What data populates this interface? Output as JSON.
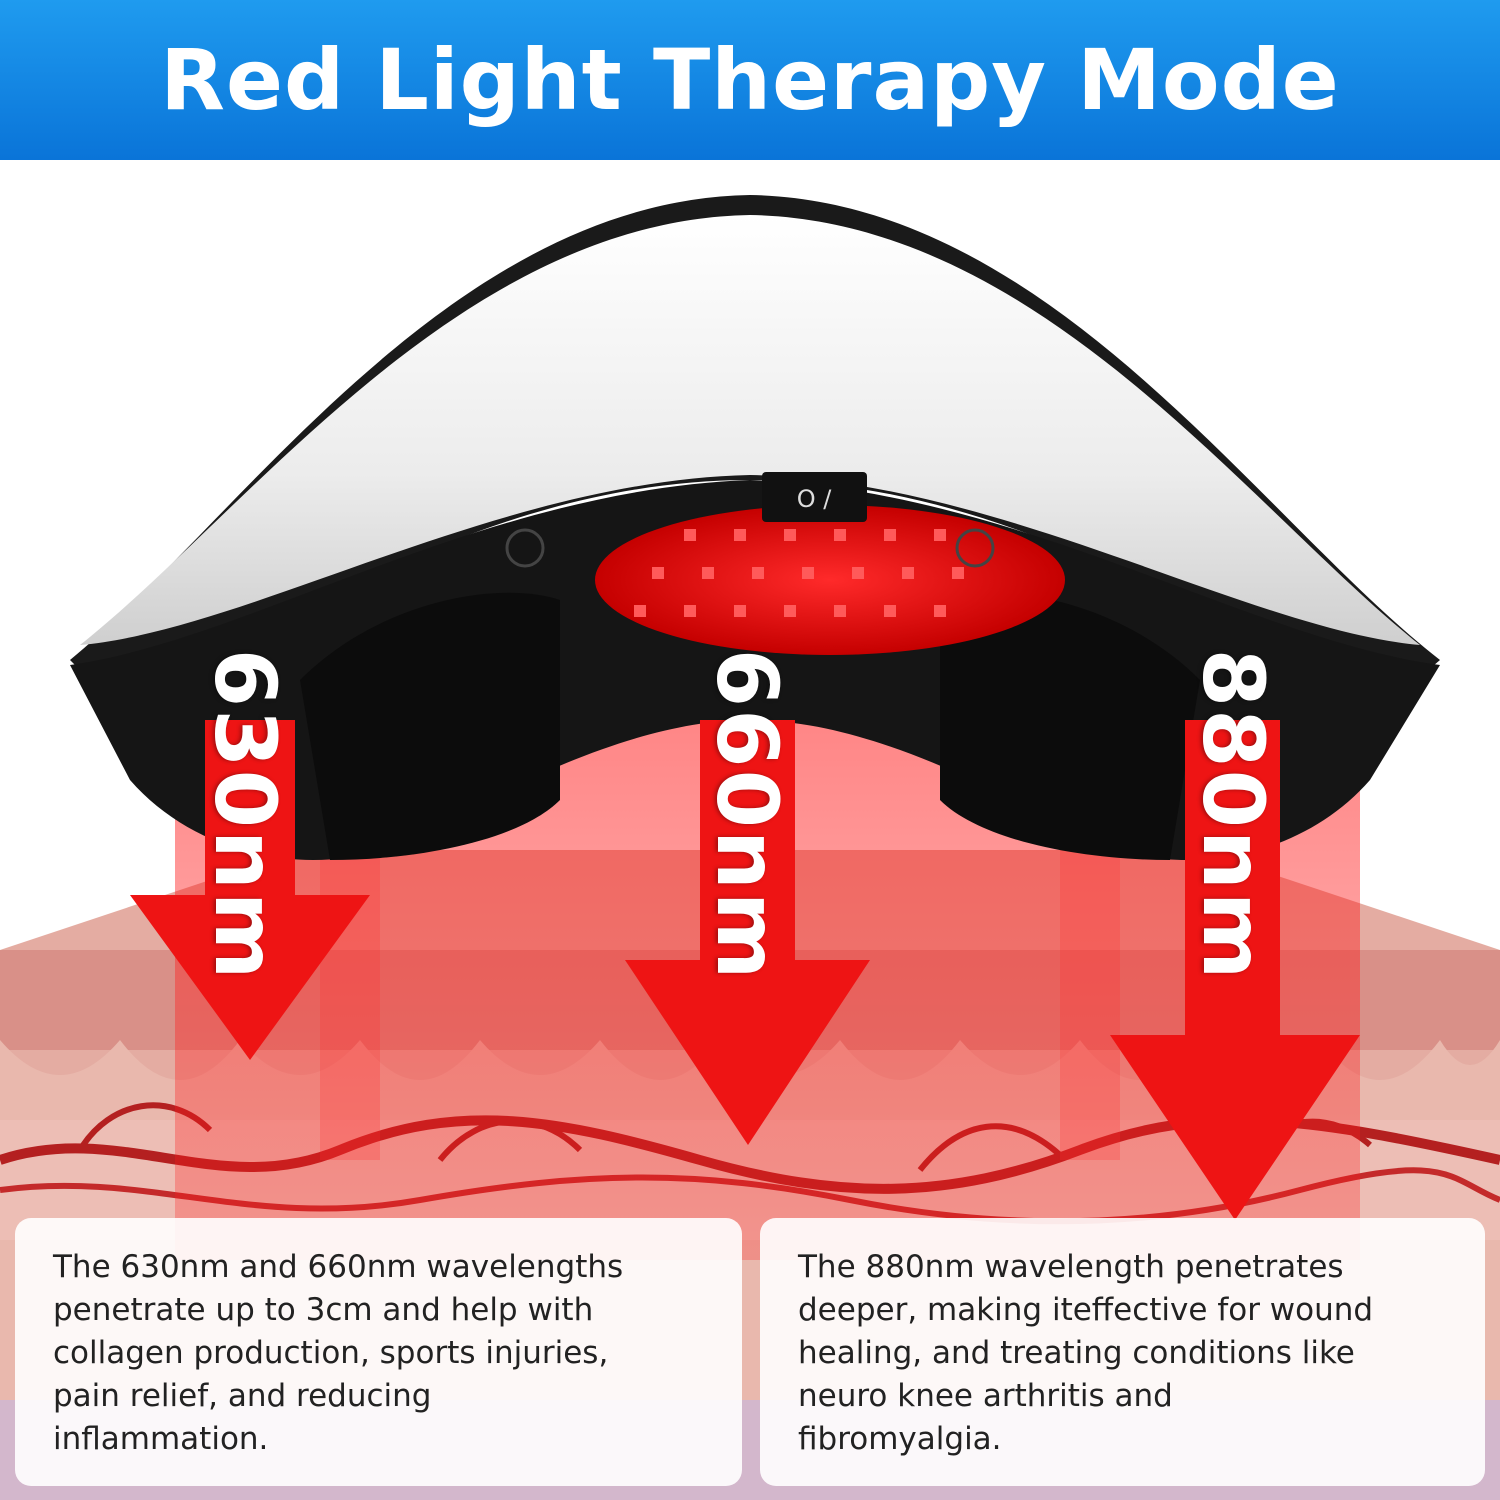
{
  "header": {
    "title": "Red Light Therapy Mode"
  },
  "device": {
    "switch_label": "O /"
  },
  "wavelengths": [
    {
      "label": "630nm"
    },
    {
      "label": "660nm"
    },
    {
      "label": "880nm"
    }
  ],
  "info_boxes": [
    {
      "text": "The 630nm and 660nm wavelengths\npenetrate up to 3cm and help with\ncollagen production,  sports injuries,\npain relief, and reducing\ninflammation."
    },
    {
      "text": "The 880nm wavelength penetrates\ndeeper, making iteffective for wound\nhealing, and treating conditions like\nneuro knee arthritis and\nfibromyalgia."
    }
  ],
  "colors": {
    "header_blue": "#0a74d8",
    "beam_red": "#e81818",
    "skin_pink": "#e3a9a0",
    "device_shell": "#eeeeee"
  }
}
